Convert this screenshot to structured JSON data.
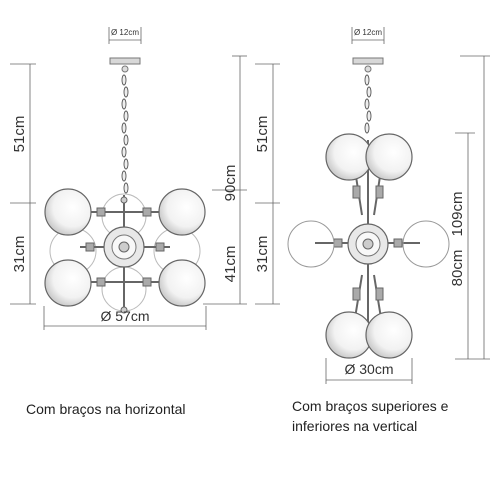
{
  "left_diagram": {
    "canopy_diameter": "Ø 12cm",
    "height_upper": "51cm",
    "height_lower": "31cm",
    "height_total": "90cm",
    "height_body": "41cm",
    "width": "Ø 57cm",
    "caption": "Com braços na horizontal"
  },
  "right_diagram": {
    "canopy_diameter": "Ø 12cm",
    "height_upper": "51cm",
    "height_lower": "31cm",
    "height_total": "109cm",
    "height_body": "80cm",
    "width": "Ø 30cm",
    "caption_line1": "Com braços superiores e",
    "caption_line2": "inferiores na vertical"
  }
}
